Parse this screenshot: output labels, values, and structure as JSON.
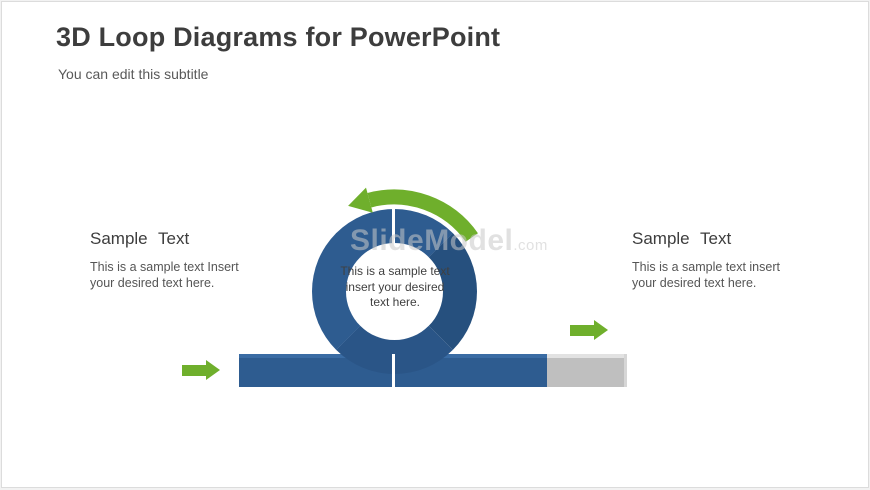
{
  "slide": {
    "title": "3D Loop Diagrams for PowerPoint",
    "subtitle": "You can edit this subtitle"
  },
  "left_block": {
    "heading": "Sample Text",
    "body": "This is a sample text Insert your desired text here."
  },
  "right_block": {
    "heading": "Sample Text",
    "body": "This is a sample text insert your desired text here."
  },
  "diagram": {
    "center_text": "This is a sample text insert your desired text here.",
    "colors": {
      "loop_blue": "#2e5c90",
      "loop_blue_dark": "#26507e",
      "bar_gray": "#bfbfbf",
      "arrow_green": "#6faf2c"
    }
  },
  "watermark": {
    "brand": "SlideModel",
    "domain": ".com"
  }
}
